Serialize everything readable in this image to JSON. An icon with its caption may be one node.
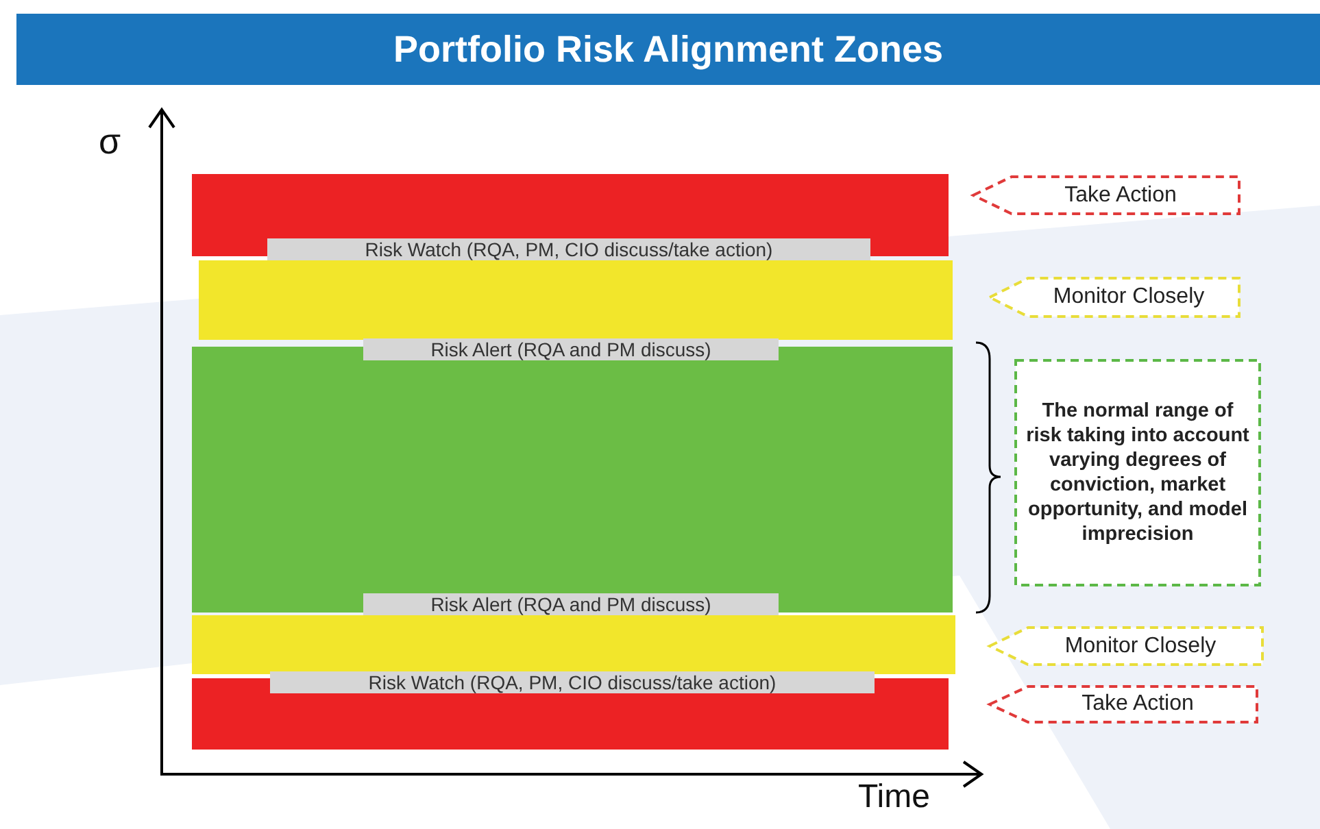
{
  "diagram": {
    "title": "Portfolio Risk Alignment Zones",
    "nodes": [
      {
        "text": [],
        "shape": "bar"
      },
      {
        "text": [
          "Risk Watch (RQA, PM, CIO discuss/take action)"
        ]
      },
      {
        "text": [],
        "shape": "bar"
      },
      {
        "text": [
          "Risk Alert (RQA and PM discuss)"
        ]
      },
      {
        "text": [],
        "shape": "bar"
      },
      {
        "text": [
          "Risk Alert (RQA and PM discuss)"
        ]
      },
      {
        "text": [],
        "shape": "bar"
      },
      {
        "text": [
          "Risk Watch (RQA, PM, CIO discuss/take action)"
        ]
      },
      {
        "text": [],
        "shape": "bar"
      },
      {
        "text": [
          "Take Action"
        ]
      },
      {
        "text": [
          "Monitor Closely"
        ]
      },
      {
        "text": [
          "The normal range of risk taking into account varying degrees of conviction, market opportunity, and model imprecision"
        ]
      },
      {
        "text": [
          "Monitor Closely"
        ]
      },
      {
        "text": [
          "Take Action"
        ]
      }
    ],
    "edges": [],
    "labels": [
      "σ",
      "Time"
    ]
  }
}
